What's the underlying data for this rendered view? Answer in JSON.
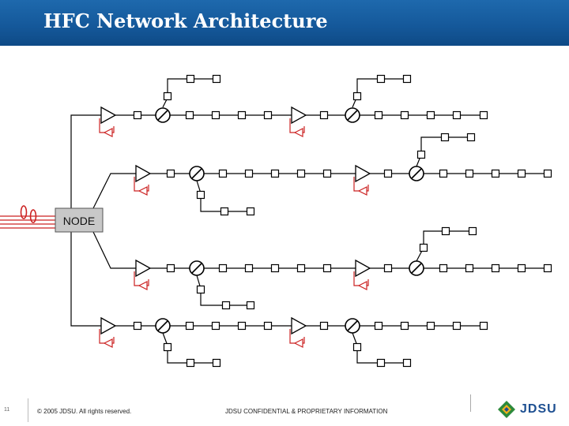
{
  "header": {
    "title": "HFC Network Architecture"
  },
  "diagram": {
    "node_label": "NODE"
  },
  "footer": {
    "page_number": "11",
    "copyright": "© 2005 JDSU. All rights reserved.",
    "confidential": "JDSU CONFIDENTIAL & PROPRIETARY INFORMATION"
  },
  "logo": {
    "text": "JDSU"
  },
  "colors": {
    "header_bg": "#15599b",
    "trunk_red": "#cc2222",
    "line": "#000000"
  }
}
